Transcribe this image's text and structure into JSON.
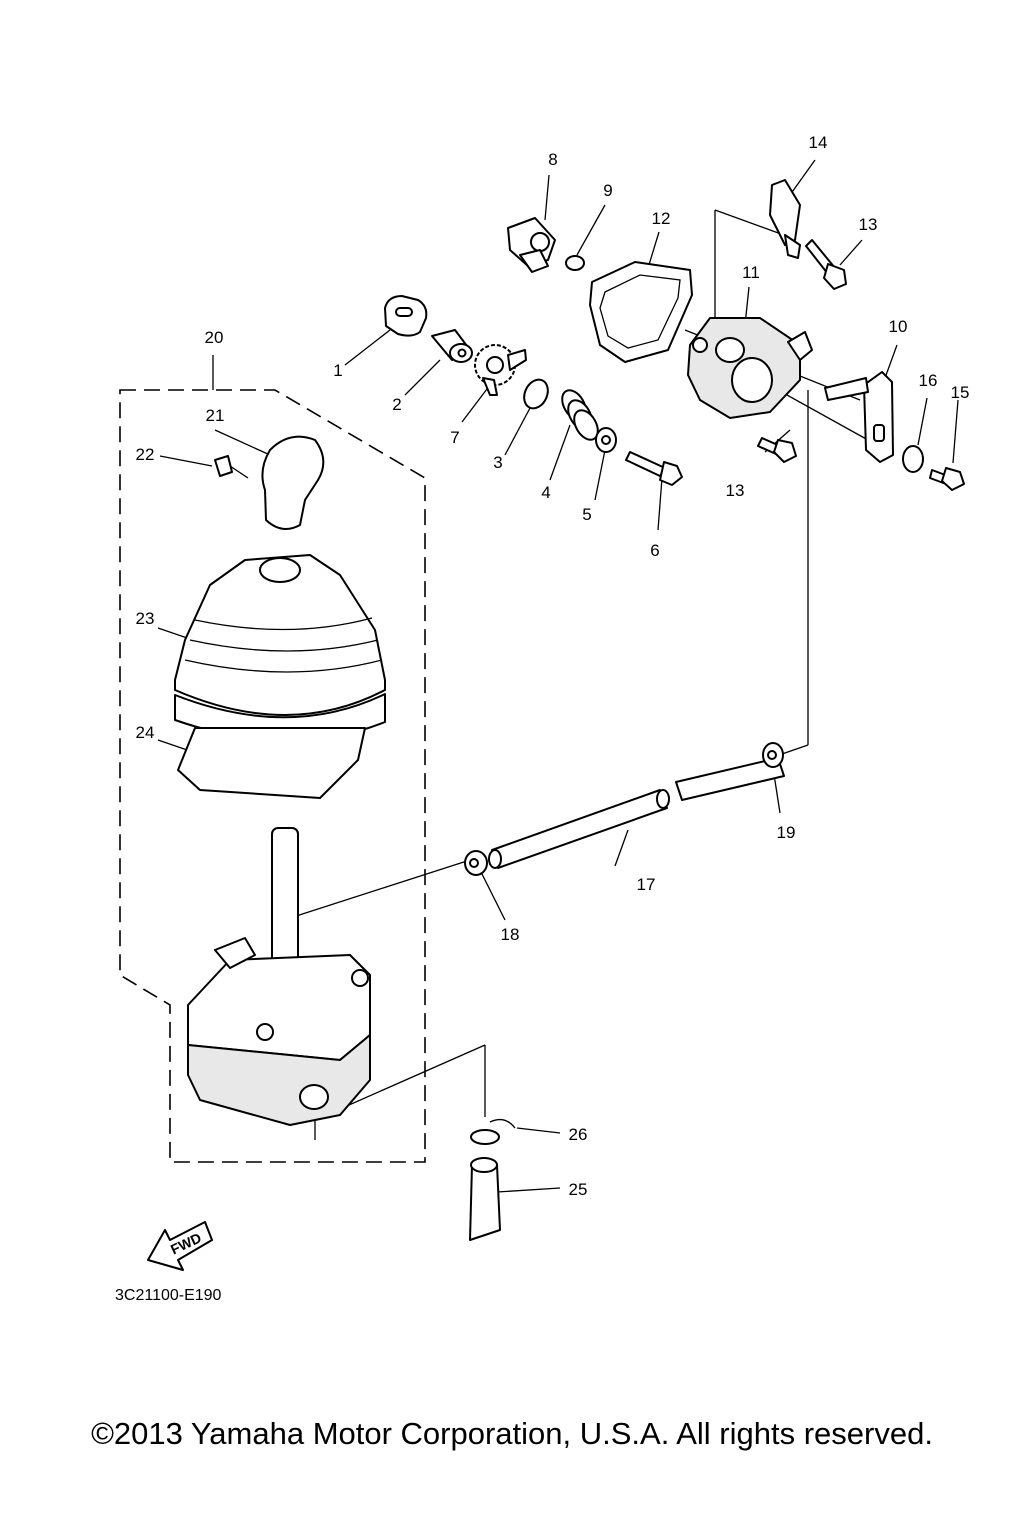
{
  "part_labels": {
    "p1": "1",
    "p2": "2",
    "p3": "3",
    "p4": "4",
    "p5": "5",
    "p6": "6",
    "p7": "7",
    "p8": "8",
    "p9": "9",
    "p10": "10",
    "p11": "11",
    "p12": "12",
    "p13a": "13",
    "p13b": "13",
    "p14": "14",
    "p15": "15",
    "p16": "16",
    "p17": "17",
    "p18": "18",
    "p19": "19",
    "p20": "20",
    "p21": "21",
    "p22": "22",
    "p23": "23",
    "p24": "24",
    "p25": "25",
    "p26": "26"
  },
  "direction_label": "FWD",
  "diagram_code": "3C21100-E190",
  "copyright": "©2013 Yamaha Motor Corporation, U.S.A. All rights reserved."
}
